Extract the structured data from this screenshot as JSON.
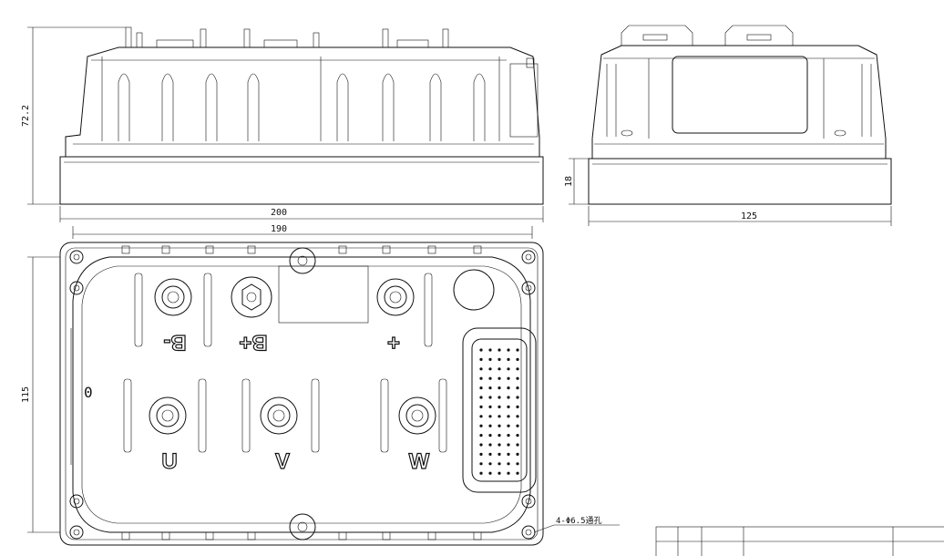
{
  "dimensions": {
    "front_height": "72.2",
    "front_width_overall": "200",
    "plan_width_mounting": "190",
    "side_base_height": "18",
    "side_width": "125",
    "plan_height": "115"
  },
  "terminals": {
    "b_minus": "B-",
    "b_plus": "B+",
    "plus": "+",
    "u": "U",
    "v": "V",
    "w": "W",
    "o_mark": "0"
  },
  "callout": "4-Φ6.5通孔"
}
